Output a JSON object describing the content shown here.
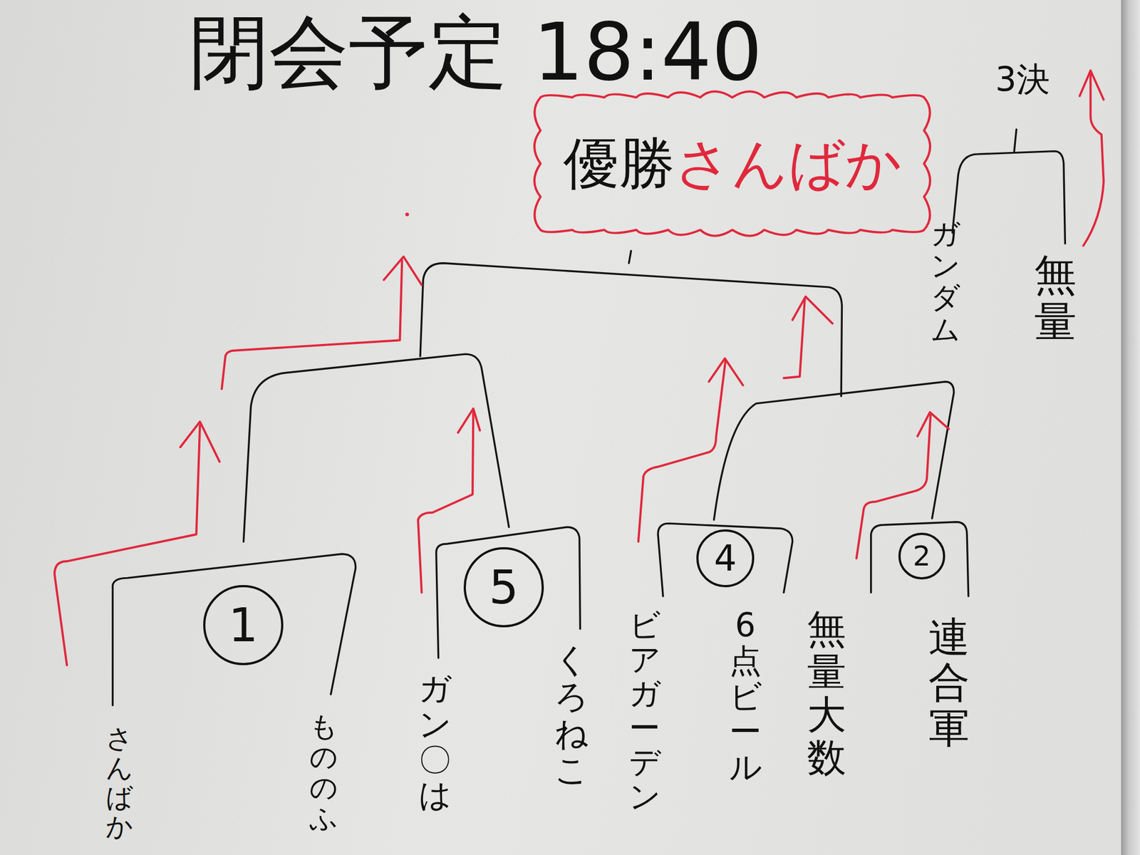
{
  "diagram": {
    "title": "閉会予定 18:40",
    "nodes": [
      {
        "text": [
          "優勝",
          "さんばか"
        ]
      },
      {
        "text": [
          "1"
        ]
      },
      {
        "text": [
          "5"
        ]
      },
      {
        "text": [
          "4"
        ]
      },
      {
        "text": [
          "2"
        ]
      }
    ],
    "labels": [
      "3決",
      "ガンダム",
      "無量",
      "さんばか",
      "もののふ",
      "ガン〇は",
      "くろねこ",
      "ビアガーデン",
      "6点ビール",
      "無量大数",
      "連合軍"
    ]
  }
}
